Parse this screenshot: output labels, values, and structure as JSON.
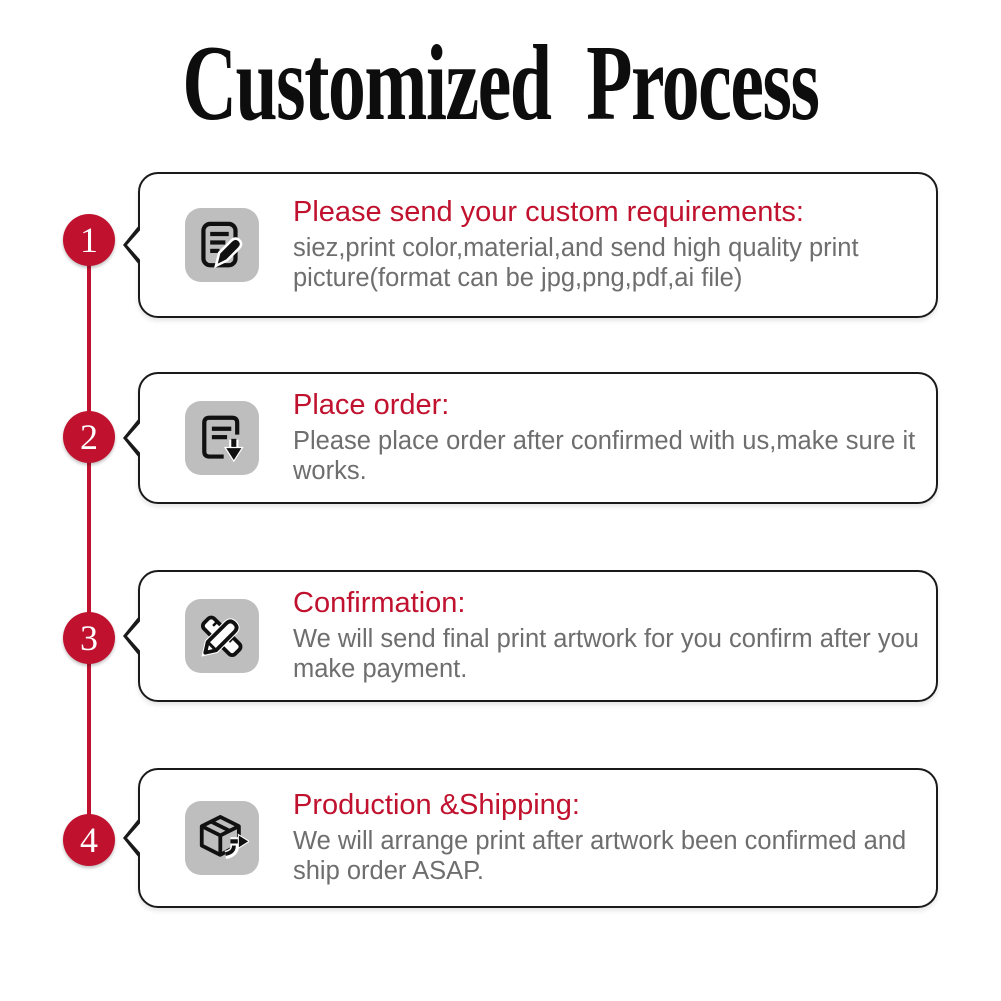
{
  "page": {
    "title": "Customized Process"
  },
  "colors": {
    "accent_red": "#c0122f",
    "heading_red": "#c0122f",
    "body_gray": "#6e6e6e",
    "icon_tile_gray": "#bebebe",
    "icon_glyph_black": "#111111",
    "bubble_border_black": "#1a1a1a",
    "number_text_white": "#ffffff",
    "background": "#ffffff"
  },
  "steps": [
    {
      "number": "1",
      "icon": "document-edit-icon",
      "heading": "Please send your custom requirements:",
      "body": "siez,print color,material,and send high quality print picture(format can be jpg,png,pdf,ai file)"
    },
    {
      "number": "2",
      "icon": "order-download-icon",
      "heading": "Place order:",
      "body": "Please place order after confirmed with us,make sure it works."
    },
    {
      "number": "3",
      "icon": "design-tools-icon",
      "heading": "Confirmation:",
      "body": "We will send final print artwork for you confirm after you make payment."
    },
    {
      "number": "4",
      "icon": "shipping-box-icon",
      "heading": "Production &Shipping:",
      "body": "We will arrange print after artwork been confirmed and ship order ASAP."
    }
  ]
}
